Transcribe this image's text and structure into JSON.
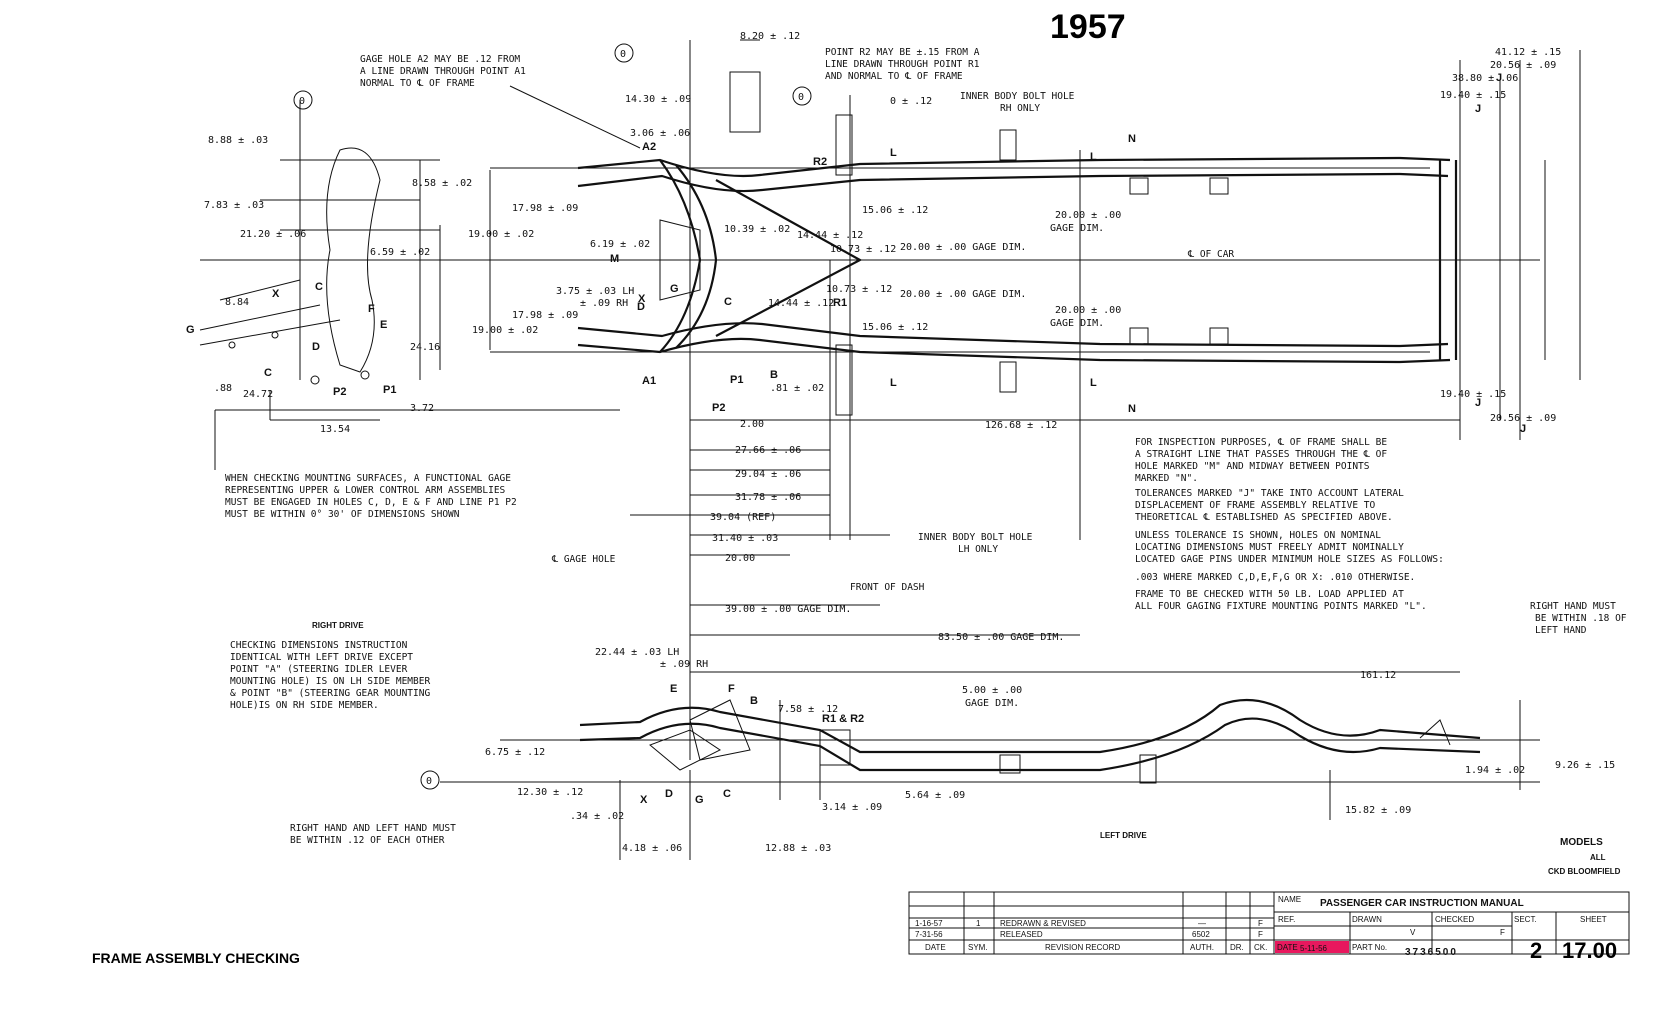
{
  "year": "1957",
  "footer_title": "FRAME ASSEMBLY CHECKING",
  "reference_marks": [
    "0",
    "0",
    "0",
    "0"
  ],
  "notes": {
    "gage_hole_a2": [
      "GAGE HOLE A2 MAY BE .12 FROM",
      "A LINE DRAWN THROUGH POINT A1",
      "NORMAL TO ℄ OF FRAME"
    ],
    "point_r2": [
      "POINT R2 MAY BE ±.15 FROM A",
      "LINE DRAWN THROUGH POINT R1",
      "AND NORMAL TO ℄ OF FRAME"
    ],
    "inner_body_rh": [
      "INNER BODY BOLT HOLE",
      "RH ONLY"
    ],
    "inner_body_lh": [
      "INNER BODY BOLT HOLE",
      "LH ONLY"
    ],
    "center_of_car": "℄ OF CAR",
    "gage_hole": "℄ GAGE HOLE",
    "front_of_dash": "FRONT OF DASH",
    "mounting": [
      "WHEN CHECKING MOUNTING SURFACES, A FUNCTIONAL GAGE",
      "REPRESENTING UPPER & LOWER CONTROL ARM ASSEMBLIES",
      "MUST BE ENGAGED IN HOLES C, D, E & F AND LINE P1 P2",
      "MUST BE WITHIN 0° 30' OF DIMENSIONS SHOWN"
    ],
    "inspection": [
      "FOR INSPECTION PURPOSES, ℄ OF FRAME SHALL BE",
      "A STRAIGHT LINE THAT PASSES THROUGH THE ℄ OF",
      "HOLE MARKED \"M\" AND MIDWAY BETWEEN POINTS",
      "MARKED \"N\".",
      "TOLERANCES MARKED \"J\" TAKE INTO ACCOUNT LATERAL",
      "DISPLACEMENT OF FRAME ASSEMBLY RELATIVE TO",
      "THEORETICAL ℄ ESTABLISHED AS SPECIFIED ABOVE.",
      "UNLESS TOLERANCE IS SHOWN, HOLES ON NOMINAL",
      "LOCATING DIMENSIONS MUST FREELY ADMIT NOMINALLY",
      "LOCATED GAGE PINS UNDER MINIMUM HOLE SIZES AS FOLLOWS:",
      ".003 WHERE MARKED C,D,E,F,G OR X: .010 OTHERWISE.",
      "FRAME TO BE CHECKED WITH 50 LB. LOAD APPLIED AT",
      "ALL FOUR GAGING FIXTURE MOUNTING POINTS MARKED \"L\"."
    ],
    "right_drive_title": "RIGHT DRIVE",
    "right_drive": [
      "CHECKING DIMENSIONS INSTRUCTION",
      "IDENTICAL WITH LEFT DRIVE EXCEPT",
      "POINT \"A\" (STEERING IDLER LEVER",
      "MOUNTING HOLE) IS ON LH SIDE MEMBER",
      "& POINT \"B\" (STEERING GEAR MOUNTING",
      "HOLE)IS ON RH SIDE MEMBER."
    ],
    "right_hand_within": [
      "RIGHT HAND MUST",
      "BE WITHIN .18 OF",
      "LEFT HAND"
    ],
    "rh_lh_within": [
      "RIGHT HAND AND LEFT HAND MUST",
      "BE WITHIN .12 OF EACH OTHER"
    ],
    "left_drive": "LEFT DRIVE",
    "models": [
      "MODELS",
      "ALL",
      "CKD BLOOMFIELD"
    ]
  },
  "dimensions": {
    "d_8_20": "8.20 ± .12",
    "d_14_30": "14.30 ± .09",
    "d_0_12": "0 ± .12",
    "d_3_06": "3.06 ± .06",
    "d_8_88": "8.88 ± .03",
    "d_7_83": "7.83 ± .03",
    "d_8_58": "8.58 ± .02",
    "d_17_98a": "17.98 ± .09",
    "d_21_20": "21.20 ± .06",
    "d_19_00a": "19.00 ± .02",
    "d_6_59": "6.59 ± .02",
    "d_10_39": "10.39 ± .02",
    "d_14_44a": "14.44 ± .12",
    "d_15_06a": "15.06 ± .12",
    "d_10_73a": "10.73 ± .12",
    "d_20_gage_a": "20.00 ± .00 GAGE DIM.",
    "d_20_gage_b": "20.00 ± .00 GAGE DIM.",
    "d_20_gage_c": "20.00 ± .00",
    "d_20_gage_d": "20.00 ± .00",
    "gage_dim": "GAGE DIM.",
    "d_6_19": "6.19 ± .02",
    "d_3_75": "3.75 ± .03 LH",
    "d_3_75b": "± .09 RH",
    "d_17_98b": "17.98 ± .09",
    "d_19_00b": "19.00 ± .02",
    "d_10_73b": "10.73 ± .12",
    "d_14_44b": "14.44 ± .12",
    "d_15_06b": "15.06 ± .12",
    "d_8_84": "8.84",
    "d_24_16": "24.16",
    "d_88": ".88",
    "d_24_72": "24.72",
    "d_13_54": "13.54",
    "d_3_72": "3.72",
    "d_81": ".81 ± .02",
    "d_2_00": "2.00",
    "d_27_66": "27.66 ± .06",
    "d_29_04": "29.04 ± .06",
    "d_31_78": "31.78 ± .06",
    "d_39_04": "39.04 (REF)",
    "d_31_40": "31.40 ± .03",
    "d_20_00": "20.00",
    "d_39_00": "39.00 ± .00 GAGE DIM.",
    "d_83_50": "83.50 ± .00 GAGE DIM.",
    "d_126_68": "126.68 ± .12",
    "d_41_12": "41.12 ± .15",
    "d_20_56a": "20.56 ± .09",
    "d_38_80": "38.80 ± .06",
    "d_19_40a": "19.40 ± .15",
    "d_19_40b": "19.40 ± .15",
    "d_20_56b": "20.56 ± .09",
    "d_22_44": "22.44 ± .03 LH",
    "d_22_44b": "± .09 RH",
    "d_161_12": "161.12",
    "d_7_58": "7.58 ± .12",
    "d_5_00": "5.00 ± .00",
    "d_6_75": "6.75 ± .12",
    "d_12_30": "12.30 ± .12",
    "d_34": ".34 ± .02",
    "d_4_18": "4.18 ± .06",
    "d_12_88": "12.88 ± .03",
    "d_3_14": "3.14 ± .09",
    "d_5_64": "5.64 ± .09",
    "d_1_94": "1.94 ± .02",
    "d_9_26": "9.26 ± .15",
    "d_15_82": "15.82 ± .09"
  },
  "point_labels": {
    "a1": "A1",
    "a2": "A2",
    "b": "B",
    "c": "C",
    "d": "D",
    "e": "E",
    "f": "F",
    "g": "G",
    "m": "M",
    "x": "X",
    "l": "L",
    "n": "N",
    "j": "J",
    "p1": "P1",
    "p2": "P2",
    "r1": "R1",
    "r2": "R2",
    "r1r2": "R1 & R2"
  },
  "title_block": {
    "name_label": "NAME",
    "name": "PASSENGER CAR INSTRUCTION MANUAL",
    "ref_label": "REF.",
    "drawn_label": "DRAWN",
    "drawn_val": "V",
    "checked_label": "CHECKED",
    "checked_val": "F",
    "sect_label": "SECT.",
    "sect": "2",
    "sheet_label": "SHEET",
    "sheet": "17.00",
    "date_label": "DATE",
    "date": "5-11-56",
    "part_label": "PART No.",
    "part": "3736500",
    "rev_rows": [
      {
        "date": "1-16-57",
        "sym": "1",
        "record": "REDRAWN & REVISED",
        "auth": "—",
        "ck": "F"
      },
      {
        "date": "7-31-56",
        "sym": "",
        "record": "RELEASED",
        "auth": "6502",
        "ck": "F"
      }
    ],
    "hdr_date": "DATE",
    "hdr_sym": "SYM.",
    "hdr_record": "REVISION RECORD",
    "hdr_auth": "AUTH.",
    "hdr_dr": "DR.",
    "hdr_ck": "CK."
  },
  "colors": {
    "ink": "#111111",
    "date_highlight": "#e8185e"
  }
}
